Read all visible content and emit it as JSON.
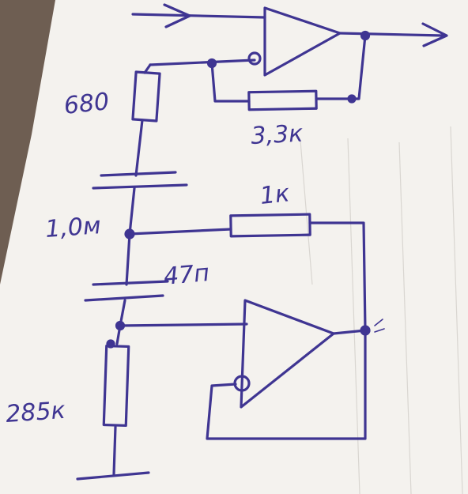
{
  "labels": {
    "r_680": "680",
    "r_3_3k": "3,3к",
    "c_1_0m": "1,0м",
    "r_1k": "1к",
    "c_47n": "47п",
    "r_285k": "285к"
  },
  "colors": {
    "ink": "#3f3592",
    "paper": "#f4f2ee",
    "background": "#6a5a4f"
  }
}
